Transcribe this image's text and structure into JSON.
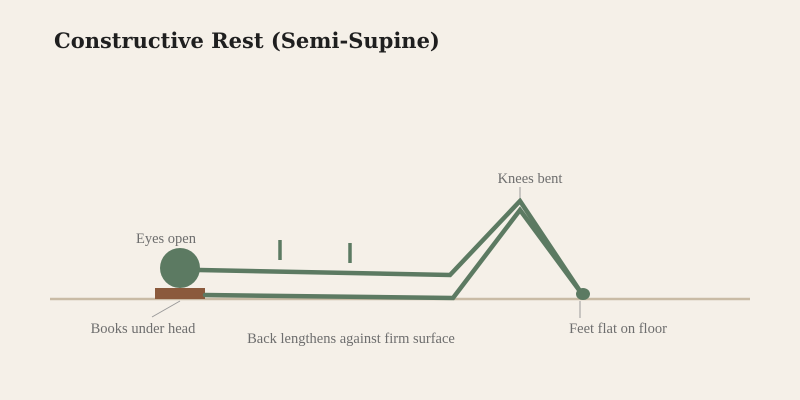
{
  "title": "Constructive Rest (Semi-Supine)",
  "labels": {
    "eyes": "Eyes open",
    "books": "Books under head",
    "back": "Back lengthens against firm surface",
    "knees": "Knees bent",
    "feet": "Feet flat on floor"
  },
  "colors": {
    "background": "#f5f0e8",
    "floor": "#c9bba5",
    "figure": "#5c7a62",
    "books": "#8b5a3c",
    "label_text": "#6e6e6e",
    "title_text": "#1f1f1f"
  }
}
